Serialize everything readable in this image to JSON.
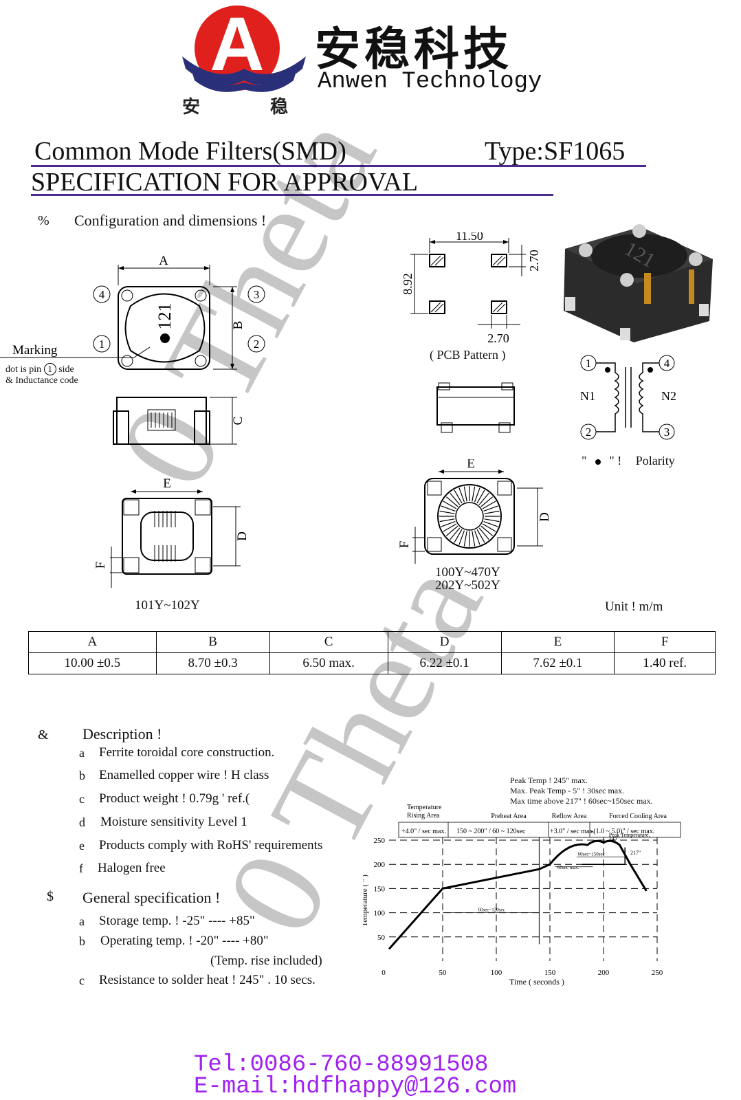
{
  "brand": {
    "logo_letter": "A",
    "logo_sub_left": "安",
    "logo_sub_right": "稳",
    "name_cn": "安稳科技",
    "name_en": "Anwen Technology"
  },
  "header": {
    "title": "Common Mode Filters(SMD)",
    "type_label": "Type:SF1065",
    "subtitle": "SPECIFICATION FOR APPROVAL"
  },
  "sections": {
    "config": {
      "mark": "%",
      "title": "Configuration and dimensions !"
    },
    "description": {
      "mark": "&",
      "title": "Description !"
    },
    "general": {
      "mark": "$",
      "title": "General specification !"
    }
  },
  "drawing": {
    "label_A": "A",
    "label_B": "B",
    "label_C": "C",
    "label_D": "D",
    "label_E": "E",
    "label_F": "F",
    "marking_label": "Marking",
    "marking_note_1": "dot is pin",
    "marking_note_1b": "side",
    "marking_note_2": "& Inductance code",
    "code_text": "121",
    "pin1": "1",
    "pin2": "2",
    "pin3": "3",
    "pin4": "4",
    "variant_left": "101Y~102Y",
    "variant_right_1": "100Y~470Y",
    "variant_right_2": "202Y~502Y",
    "pcb_width": "11.50",
    "pcb_height": "8.92",
    "pcb_pad": "2.70",
    "pcb_pad_bottom": "2.70",
    "pcb_caption": "( PCB Pattern )",
    "n1": "N1",
    "n2": "N2",
    "polarity_q1": "\"",
    "polarity_q2": "\" !",
    "polarity_label": "Polarity",
    "part_code": "121"
  },
  "dims_table": {
    "unit": "Unit !  m/m",
    "headers": [
      "A",
      "B",
      "C",
      "D",
      "E",
      "F"
    ],
    "values": [
      "10.00 ±0.5",
      "8.70 ±0.3",
      "6.50 max.",
      "6.22 ±0.1",
      "7.62 ±0.1",
      "1.40 ref."
    ]
  },
  "description_items": [
    {
      "letter": "a",
      "text": "Ferrite toroidal core construction."
    },
    {
      "letter": "b",
      "text": "Enamelled copper wire !  H class"
    },
    {
      "letter": "c",
      "text": "Product weight !     0.79g '   ref.("
    },
    {
      "letter": "d",
      "text": "Moisture sensitivity Level 1"
    },
    {
      "letter": "e",
      "text": "Products comply with RoHS' requirements"
    },
    {
      "letter": "f",
      "text": "Halogen free"
    }
  ],
  "general_items": [
    {
      "letter": "a",
      "text": "Storage temp. !  -25\"    ---- +85\""
    },
    {
      "letter": "b",
      "text": "Operating temp. !  -20\"    ---- +80\""
    },
    {
      "letter": "",
      "text": "(Temp. rise included)"
    },
    {
      "letter": "c",
      "text": "Resistance to solder heat !  245\"   . 10 secs."
    }
  ],
  "reflow": {
    "note_1": "Peak Temp !  245\"    max.",
    "note_2": "Max. Peak Temp - 5\" !     30sec max.",
    "note_3": "Max time above 217\"    !  60sec~150sec max.",
    "zones": [
      {
        "name": "Temperature Rising Area",
        "rate": "+4.0\"   / sec max."
      },
      {
        "name": "Preheat Area",
        "rate": "150 ~ 200\"    / 60 ~ 120sec"
      },
      {
        "name": "Reflow Area",
        "rate": "+3.0\"    / sec max."
      },
      {
        "name": "Forced Cooling Area",
        "rate": "-(1.0 ~ 5.0)\"    / sec max."
      }
    ],
    "zone_name_1a": "Temperature",
    "zone_name_1b": "Rising Area",
    "peak_label": "Peak Temperature.",
    "peak_value": "245\"",
    "mark_217": "217\"",
    "span_60_150": "60sec~150sec",
    "span_60max": "60sec max.",
    "span_60_120": "60sec~120sec",
    "ylabel": "Temperature ( \"   )",
    "xlabel": "Time ( seconds )"
  },
  "chart_data": {
    "type": "line",
    "title": "",
    "xlabel": "Time ( seconds )",
    "ylabel": "Temperature ( \"   )",
    "xlim": [
      0,
      250
    ],
    "ylim": [
      0,
      250
    ],
    "xticks": [
      0,
      50,
      100,
      150,
      200,
      250
    ],
    "yticks": [
      50,
      100,
      150,
      200,
      250
    ],
    "grid": true,
    "series": [
      {
        "x": [
          0,
          50,
          140,
          150,
          185,
          200,
          215,
          225,
          240
        ],
        "y": [
          25,
          150,
          190,
          200,
          240,
          245,
          240,
          200,
          145
        ]
      }
    ]
  },
  "contact": {
    "tel": "Tel:0086-760-88991508",
    "email": "E-mail:hdfhappy@126.com"
  },
  "watermark": {
    "text_1": "0 Theta",
    "text_2": "0 Theta"
  },
  "colors": {
    "rule": "#4a2a8a",
    "contact": "#a020f0",
    "logo_red": "#e0201c",
    "logo_navy": "#2a2f7a"
  }
}
